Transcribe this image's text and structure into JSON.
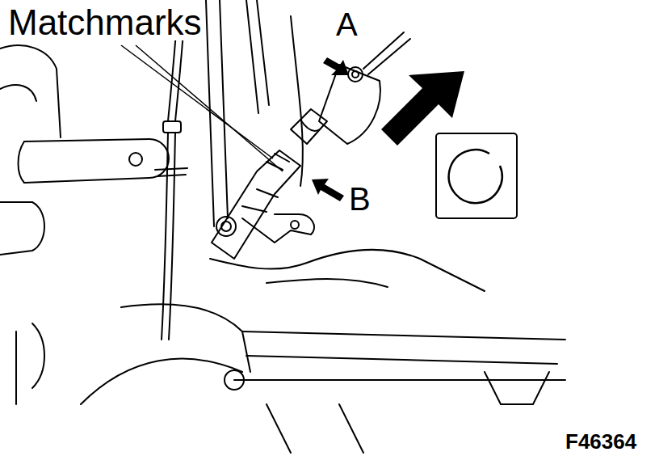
{
  "diagram": {
    "labels": [
      "Matchmarks",
      "A",
      "B",
      "F46364"
    ]
  }
}
